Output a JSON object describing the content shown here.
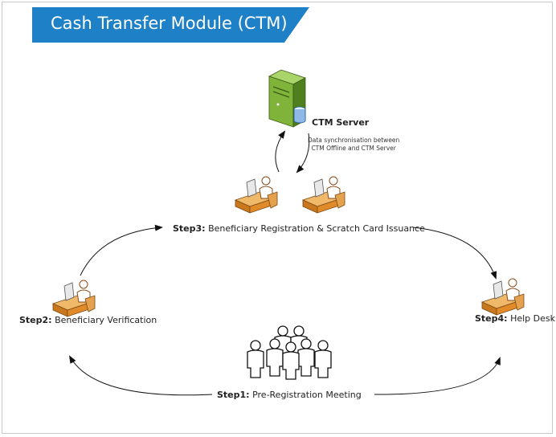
{
  "title": "Cash Transfer Module (CTM)",
  "server": {
    "label": "CTM Server",
    "sync_note_line1": "Data synchronisation between",
    "sync_note_line2": "CTM Offline and CTM Server"
  },
  "steps": [
    {
      "prefix": "Step1:",
      "text": " Pre-Registration Meeting"
    },
    {
      "prefix": "Step2:",
      "text": " Beneficiary Verification"
    },
    {
      "prefix": "Step3:",
      "text": " Beneficiary Registration & Scratch Card Issuance"
    },
    {
      "prefix": "Step4:",
      "text": " Help Desk"
    }
  ],
  "colors": {
    "title_bg": "#1e80c6",
    "server_green": "#7fb33a",
    "desk_orange": "#e89a3c",
    "arrow": "#111111"
  },
  "icons": [
    "server-icon",
    "database-icon",
    "worker-at-desk-icon",
    "people-group-icon"
  ]
}
